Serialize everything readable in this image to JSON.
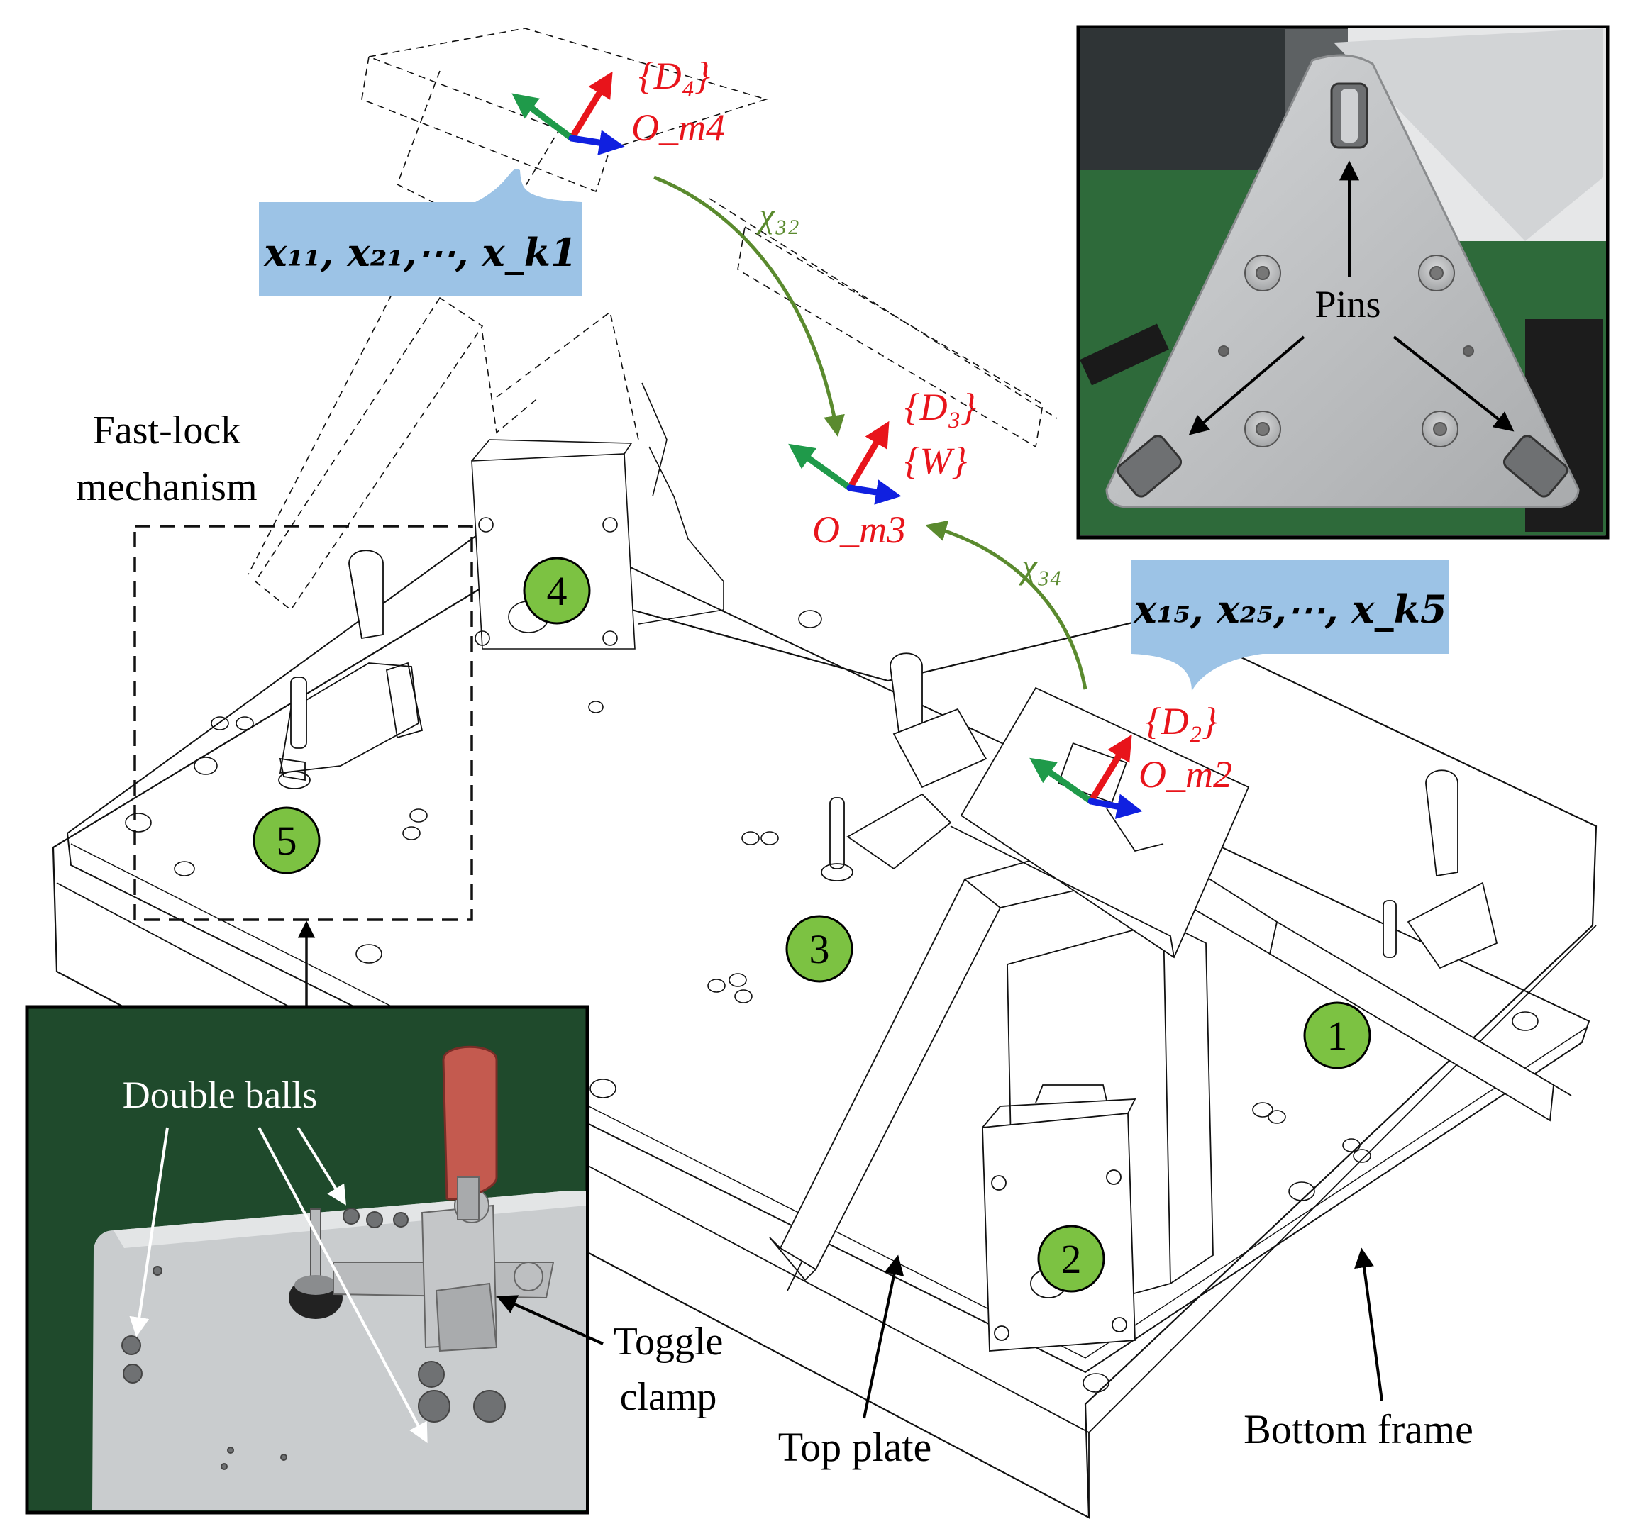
{
  "labels": {
    "fast_lock_line1": "Fast-lock",
    "fast_lock_line2": "mechanism",
    "pins": "Pins",
    "double_balls": "Double balls",
    "toggle_line1": "Toggle",
    "toggle_line2": "clamp",
    "top_plate": "Top plate",
    "bottom_frame": "Bottom frame"
  },
  "callouts": {
    "top": "x₁₁, x₂₁,⋯, x_k1",
    "right": "x₁₅, x₂₅,⋯, x_k5"
  },
  "frames": {
    "d4": "{D₄}",
    "om4": "O_m4",
    "d3": "{D₃}",
    "w": "{W}",
    "om3": "O_m3",
    "d2": "{D₂}",
    "om2": "O_m2"
  },
  "transforms": {
    "chi32": "χ₃₂",
    "chi34": "χ₃₄"
  },
  "modules": [
    "1",
    "2",
    "3",
    "4",
    "5"
  ],
  "colors": {
    "frame_label": "#e8141b",
    "axis_red": "#e8141b",
    "axis_green": "#1f9a4a",
    "axis_blue": "#1020e0",
    "transform_arrow": "#5a8a2e",
    "callout_fill": "#9cc3e6",
    "module_fill": "#7cc242",
    "photo_bg": "#1f4a2c"
  }
}
